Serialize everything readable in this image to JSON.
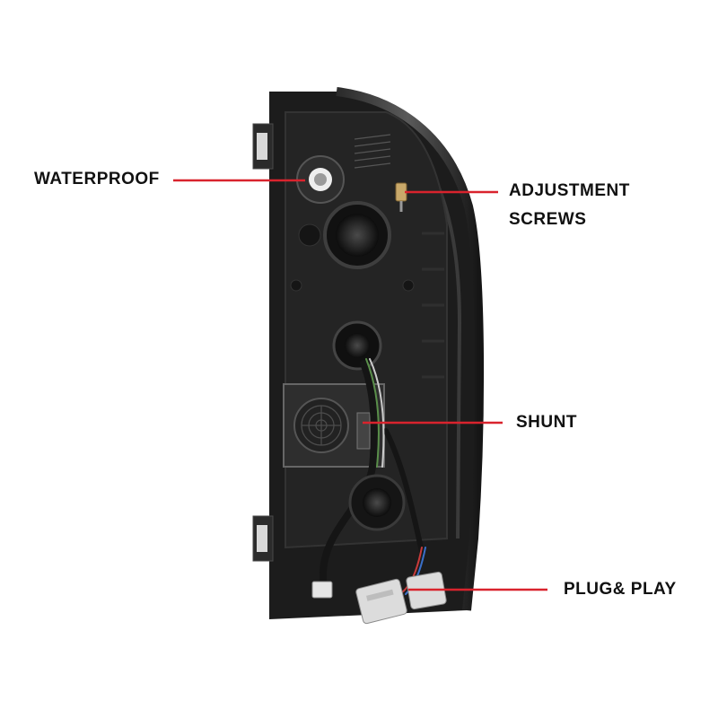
{
  "callouts": {
    "waterproof": "WATERPROOF",
    "adjustment_line1": "ADJUSTMENT",
    "adjustment_line2": "SCREWS",
    "shunt": "SHUNT",
    "plug_play": "PLUG& PLAY"
  },
  "colors": {
    "leader_line": "#d9232d",
    "housing": "#1c1c1c",
    "label_text": "#111111"
  }
}
